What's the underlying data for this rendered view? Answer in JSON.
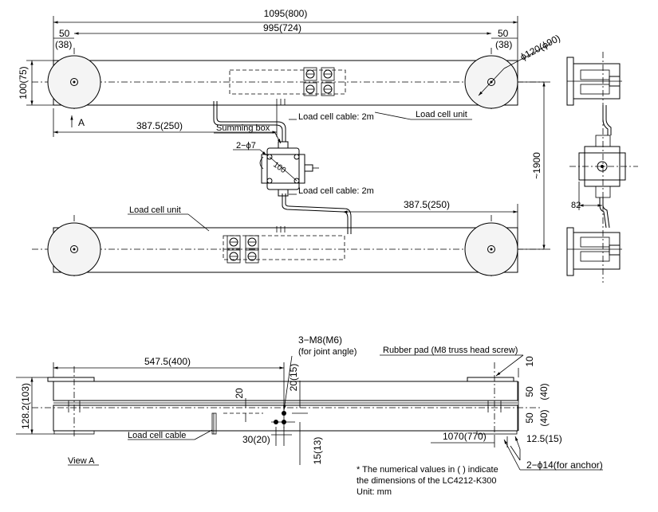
{
  "top": {
    "dim_overall": "1095(800)",
    "dim_inner": "995(724)",
    "dim_end_left": "50",
    "dim_end_left_alt": "(38)",
    "dim_end_right": "50",
    "dim_end_right_alt": "(38)",
    "dim_height": "100(75)",
    "dim_dia": "ϕ120(ϕ90)",
    "dim_offset_top": "387.5(250)",
    "dim_offset_bottom": "387.5(250)",
    "dim_span": "~1900",
    "arrow_a": "A",
    "summing_box": "Summing box",
    "holes": "2−ϕ7",
    "box_size": "100",
    "cable_top": "Load cell cable: 2m",
    "cable_bottom": "Load cell cable: 2m",
    "unit_top": "Load cell unit",
    "unit_bottom": "Load cell unit",
    "side_dim": "82"
  },
  "bottom": {
    "thread": "3−M8(M6)",
    "thread_note": "(for joint angle)",
    "rubber_pad": "Rubber pad (M8 truss head screw)",
    "dim_547": "547.5(400)",
    "dim_128": "128.2(103)",
    "dim_20a": "20",
    "dim_20_15": "20(15)",
    "dim_10": "10",
    "dim_50a": "50",
    "dim_40a": "(40)",
    "dim_50b": "50",
    "dim_40b": "(40)",
    "dim_30": "30(20)",
    "dim_15": "15(13)",
    "dim_1070": "1070(770)",
    "dim_12_5": "12.5(15)",
    "cable_label": "Load cell cable",
    "view_a": "View A",
    "anchor": "2−ϕ14(for anchor)"
  },
  "notes": {
    "line1": "* The numerical values in (  ) indicate",
    "line2": "the dimensions of the LC4212-K300",
    "line3": "Unit: mm"
  }
}
